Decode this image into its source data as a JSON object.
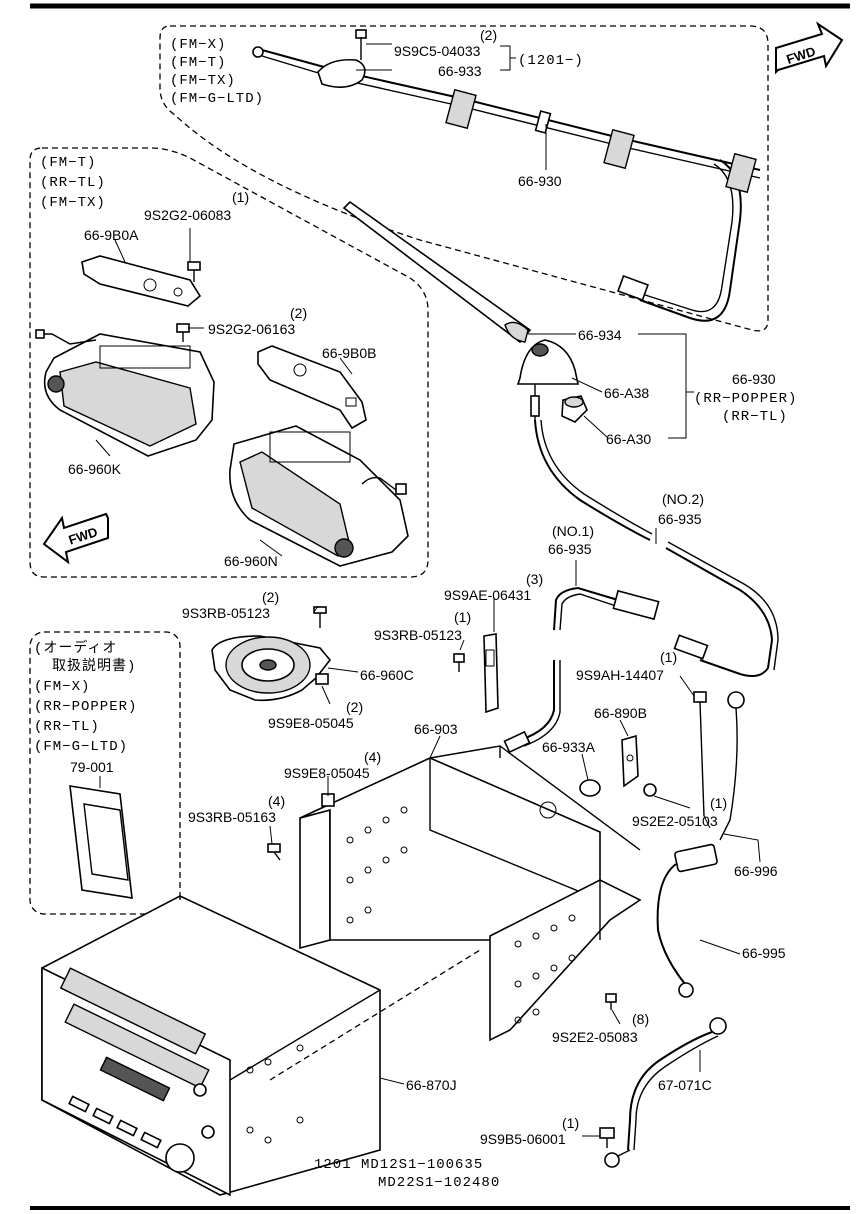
{
  "notes": {
    "antenna_models": [
      "(FM−X)",
      "(FM−T)",
      "(FM−TX)",
      "(FM−G−LTD)"
    ],
    "speaker_models": [
      "(FM−T)",
      "(RR−TL)",
      "(FM−TX)"
    ],
    "manual_models": [
      "(オーディオ",
      "取扱説明書)",
      "(FM−X)",
      "(RR−POPPER)",
      "(RR−TL)",
      "(FM−G−LTD)"
    ],
    "base_antenna_models": [
      "(RR−POPPER)",
      "(RR−TL)"
    ]
  },
  "badges": {
    "fwd": "FWD"
  },
  "parts": {
    "p_9s9c5_qty": "(2)",
    "p_9s9c5": "9S9C5-04033",
    "p_66_933": "66-933",
    "p_1201": "(1201−)",
    "p_66_930_top": "66-930",
    "p_9s2g2_06083_qty": "(1)",
    "p_9s2g2_06083": "9S2G2-06083",
    "p_66_9b0a": "66-9B0A",
    "p_9s2g2_06163_qty": "(2)",
    "p_9s2g2_06163": "9S2G2-06163",
    "p_66_9b0b": "66-9B0B",
    "p_66_960k": "66-960K",
    "p_66_960n": "66-960N",
    "p_66_934": "66-934",
    "p_66_a38": "66-A38",
    "p_66_a30": "66-A30",
    "p_66_930_mid": "66-930",
    "p_no2": "(NO.2)",
    "p_66_935_2": "66-935",
    "p_no1": "(NO.1)",
    "p_66_935_1": "66-935",
    "p_9s3rb_05123_qty_a": "(2)",
    "p_9s3rb_05123_a": "9S3RB-05123",
    "p_9s9ae_qty": "(3)",
    "p_9s9ae": "9S9AE-06431",
    "p_9s3rb_05123_qty_b": "(1)",
    "p_9s3rb_05123_b": "9S3RB-05123",
    "p_66_960c": "66-960C",
    "p_9s9e8_05045_qty_a": "(2)",
    "p_9s9e8_05045_a": "9S9E8-05045",
    "p_9s9ah_qty": "(1)",
    "p_9s9ah": "9S9AH-14407",
    "p_66_890b": "66-890B",
    "p_66_933a": "66-933A",
    "p_66_903": "66-903",
    "p_9s9e8_05045_qty_b": "(4)",
    "p_9s9e8_05045_b": "9S9E8-05045",
    "p_9s3rb_05163_qty": "(4)",
    "p_9s3rb_05163": "9S3RB-05163",
    "p_9s2e2_05103_qty": "(1)",
    "p_9s2e2_05103": "9S2E2-05103",
    "p_66_996": "66-996",
    "p_79_001": "79-001",
    "p_66_995": "66-995",
    "p_9s2e2_05083_qty": "(8)",
    "p_9s2e2_05083": "9S2E2-05083",
    "p_67_071c": "67-071C",
    "p_66_870j": "66-870J",
    "p_9s9b5_qty": "(1)",
    "p_9s9b5": "9S9B5-06001"
  },
  "footer": {
    "line1": "1201  MD12S1−100635",
    "line2": "MD22S1−102480"
  }
}
